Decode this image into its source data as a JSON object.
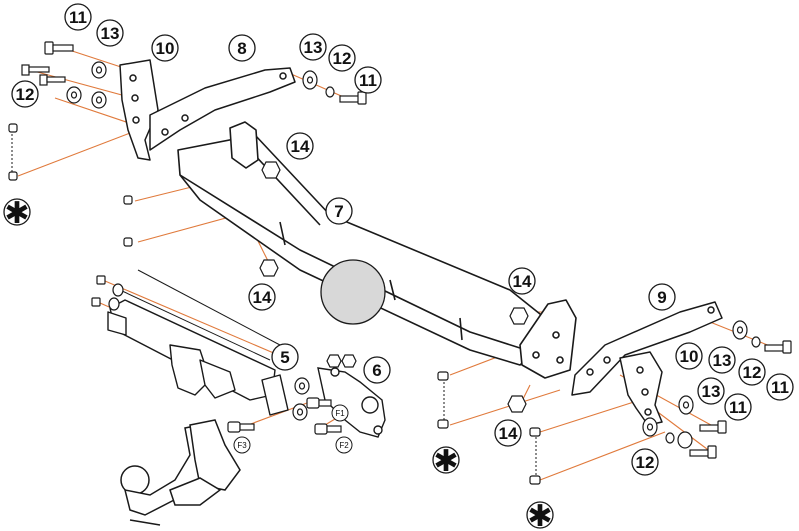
{
  "callouts": {
    "c11_tl": "11",
    "c13_tl": "13",
    "c10_tl": "10",
    "c8": "8",
    "c13_tm": "13",
    "c12_tm": "12",
    "c11_tm": "11",
    "c12_tl": "12",
    "c14_top": "14",
    "c7": "7",
    "c14_mid": "14",
    "c14_right": "14",
    "c9": "9",
    "c10_r": "10",
    "c13_r": "13",
    "c12_r": "12",
    "c11_r": "11",
    "c13_r2": "13",
    "c11_r2": "11",
    "c12_r2": "12",
    "c14_low": "14",
    "c5": "5",
    "c6": "6"
  },
  "fasteners": {
    "f1": "F1",
    "f2": "F2",
    "f3": "F3"
  },
  "star_symbol": "✱",
  "colors": {
    "leader": "#e07a3c",
    "line": "#1a1a1a",
    "ball": "#d8d8d8"
  }
}
